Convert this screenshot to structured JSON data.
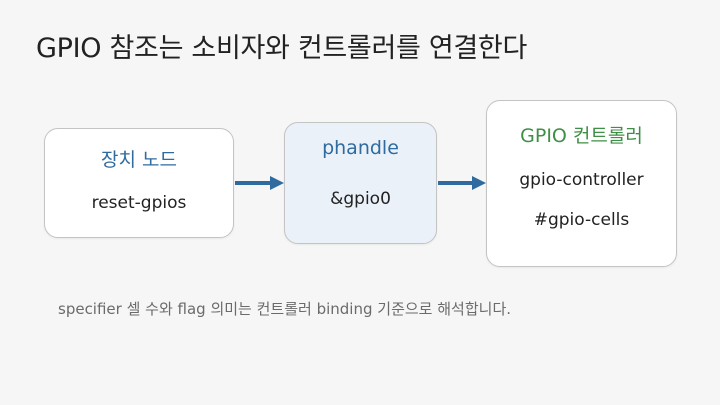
{
  "slide": {
    "title": "GPIO 참조는 소비자와 컨트롤러를 연결한다",
    "note": "specifier 셀 수와 flag 의미는 컨트롤러 binding 기준으로 해석합니다."
  },
  "diagram": {
    "node": {
      "title": "장치 노드",
      "property": "reset-gpios"
    },
    "phandle": {
      "title": "phandle",
      "value": "&gpio0"
    },
    "controller": {
      "title": "GPIO 컨트롤러",
      "properties": [
        "gpio-controller",
        "#gpio-cells"
      ]
    }
  },
  "colors": {
    "node_title": "#2f6b9f",
    "controller_title": "#3f8f46",
    "arrow": "#2f6b9f",
    "phandle_fill": "#eaf1f9"
  }
}
